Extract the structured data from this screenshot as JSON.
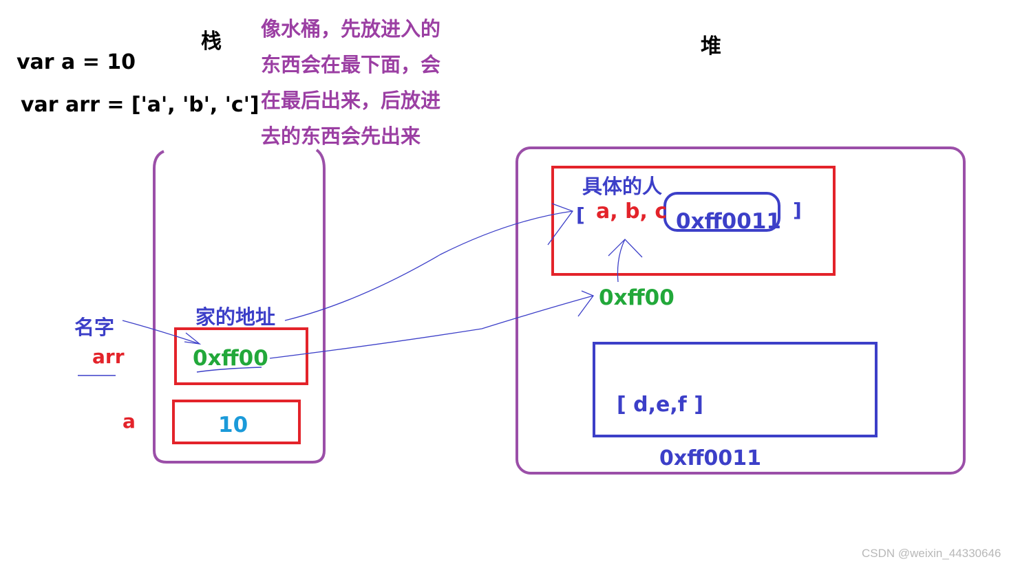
{
  "code": {
    "line1": "var a = 10",
    "line2": "var arr = ['a', 'b', 'c']"
  },
  "stack": {
    "title": "栈",
    "note_lines": [
      "像水桶，先放进入的",
      "东西会在最下面，会",
      "在最后出来，后放进",
      "去的东西会先出来"
    ],
    "home_address_label": "家的地址",
    "name_label": "名字",
    "var_arr_label": "arr",
    "var_a_label": "a",
    "arr_cell_value": "0xff00",
    "a_cell_value": "10"
  },
  "heap": {
    "title": "堆",
    "object1": {
      "caption": "具体的人",
      "open_bracket": "[",
      "items": "a, b, c",
      "nested_ref": "0xff0011",
      "close_bracket": "]",
      "address": "0xff00"
    },
    "object2": {
      "content": "[ d,e,f  ]",
      "address": "0xff0011"
    }
  },
  "colors": {
    "container_border": "#9b4fa8",
    "cell_border": "#e3232a",
    "blue": "#3c3fc8",
    "green": "#22a83a",
    "purple_text": "#9b3fa3"
  },
  "watermark": "CSDN @weixin_44330646"
}
